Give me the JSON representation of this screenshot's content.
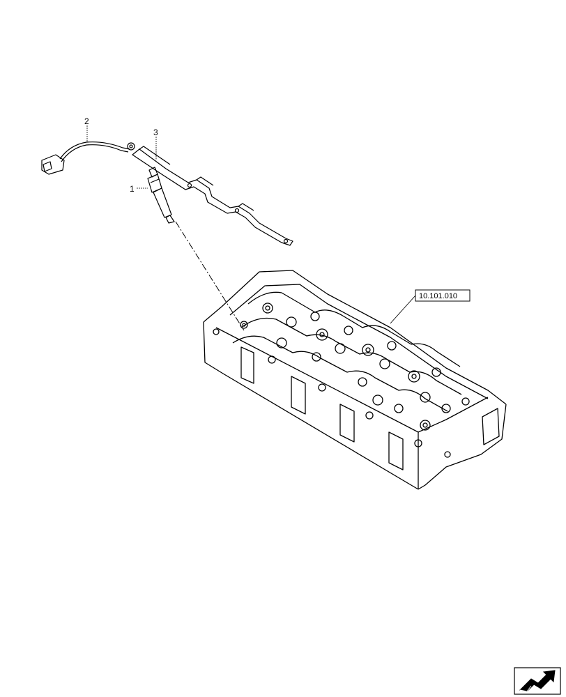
{
  "callouts": {
    "part_1": "1",
    "part_2": "2",
    "part_3": "3"
  },
  "reference": {
    "label": "10.101.010"
  },
  "nav_icon": "next-page-arrow-icon"
}
